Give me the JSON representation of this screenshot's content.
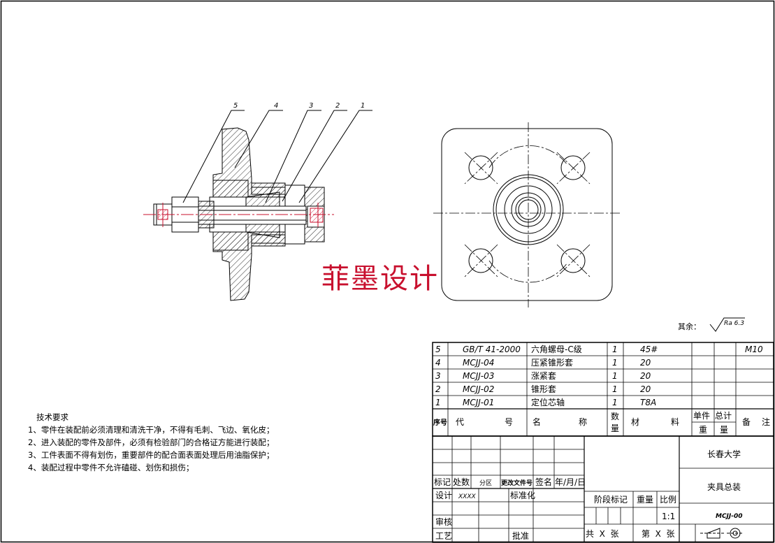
{
  "watermark": "菲墨设计",
  "balloons": [
    "5",
    "4",
    "3",
    "2",
    "1"
  ],
  "surface_note": {
    "label": "其余：",
    "roughness": "Ra 6.3"
  },
  "tech_requirements": {
    "title": "技术要求",
    "items": [
      "1、零件在装配前必须清理和清洗干净，不得有毛刺、飞边、氧化皮；",
      "2、进入装配的零件及部件，必须有检验部门的合格证方能进行装配；",
      "3、工件表面不得有划伤，重要部件的配合面表面处理后用油脂保护；",
      "4、装配过程中零件不允许磕碰、划伤和损伤；"
    ]
  },
  "bom": {
    "rows": [
      {
        "no": "5",
        "code": "GB/T 41-2000",
        "name": "六角螺母-C级",
        "qty": "1",
        "material": "45#",
        "note": "M10"
      },
      {
        "no": "4",
        "code": "MCJJ-04",
        "name": "压紧锥形套",
        "qty": "1",
        "material": "20",
        "note": ""
      },
      {
        "no": "3",
        "code": "MCJJ-03",
        "name": "涨紧套",
        "qty": "1",
        "material": "20",
        "note": ""
      },
      {
        "no": "2",
        "code": "MCJJ-02",
        "name": "锥形套",
        "qty": "1",
        "material": "20",
        "note": ""
      },
      {
        "no": "1",
        "code": "MCJJ-01",
        "name": "定位芯轴",
        "qty": "1",
        "material": "T8A",
        "note": ""
      }
    ],
    "header": {
      "no": "序号",
      "code_a": "代",
      "code_b": "号",
      "name_a": "名",
      "name_b": "称",
      "qty_a": "数",
      "qty_b": "量",
      "mat_a": "材",
      "mat_b": "料",
      "unit_a": "单件",
      "unit_b": "重",
      "total_a": "总计",
      "total_b": "量",
      "note_a": "备",
      "note_b": "注"
    }
  },
  "title_block": {
    "school": "长春大学",
    "drawing_name": "夹具总装",
    "drawing_no": "MCJJ-00",
    "labels": {
      "mark": "标记",
      "count": "处数",
      "zone": "分区",
      "change_doc": "更改文件号",
      "sign": "签名",
      "date": "年/月/日",
      "design": "设计",
      "design_val": "XXXX",
      "standard": "标准化",
      "stage": "阶段标记",
      "weight": "重量",
      "scale": "比例",
      "scale_val": "1:1",
      "review": "审核",
      "process": "工艺",
      "approve": "批准",
      "sheets_total": "共  X  张",
      "sheet_no": "第  X  张"
    }
  }
}
